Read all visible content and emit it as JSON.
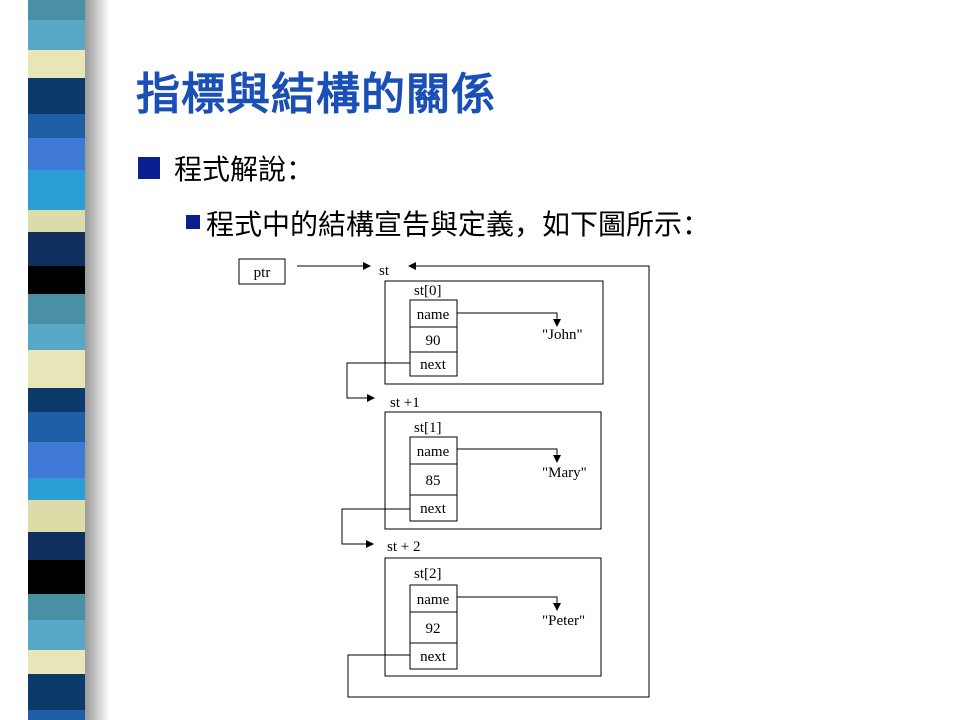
{
  "slide": {
    "title": "指標與結構的關係",
    "bullet_1": "程式解說：",
    "bullet_2": "程式中的結構宣告與定義，如下圖所示："
  },
  "colors": {
    "title": "#1a4fb8",
    "bullet": "#0a1f8f"
  },
  "diagram": {
    "ptr_label": "ptr",
    "st_label": "st",
    "nodes": [
      {
        "header": "st[0]",
        "field_name": "name",
        "value": "90",
        "field_next": "next",
        "string": "\"John\""
      },
      {
        "header": "st[1]",
        "field_name": "name",
        "value": "85",
        "field_next": "next",
        "string": "\"Mary\""
      },
      {
        "header": "st[2]",
        "field_name": "name",
        "value": "92",
        "field_next": "next",
        "string": "\"Peter\""
      }
    ],
    "offset_labels": [
      "st +1",
      "st + 2"
    ]
  }
}
